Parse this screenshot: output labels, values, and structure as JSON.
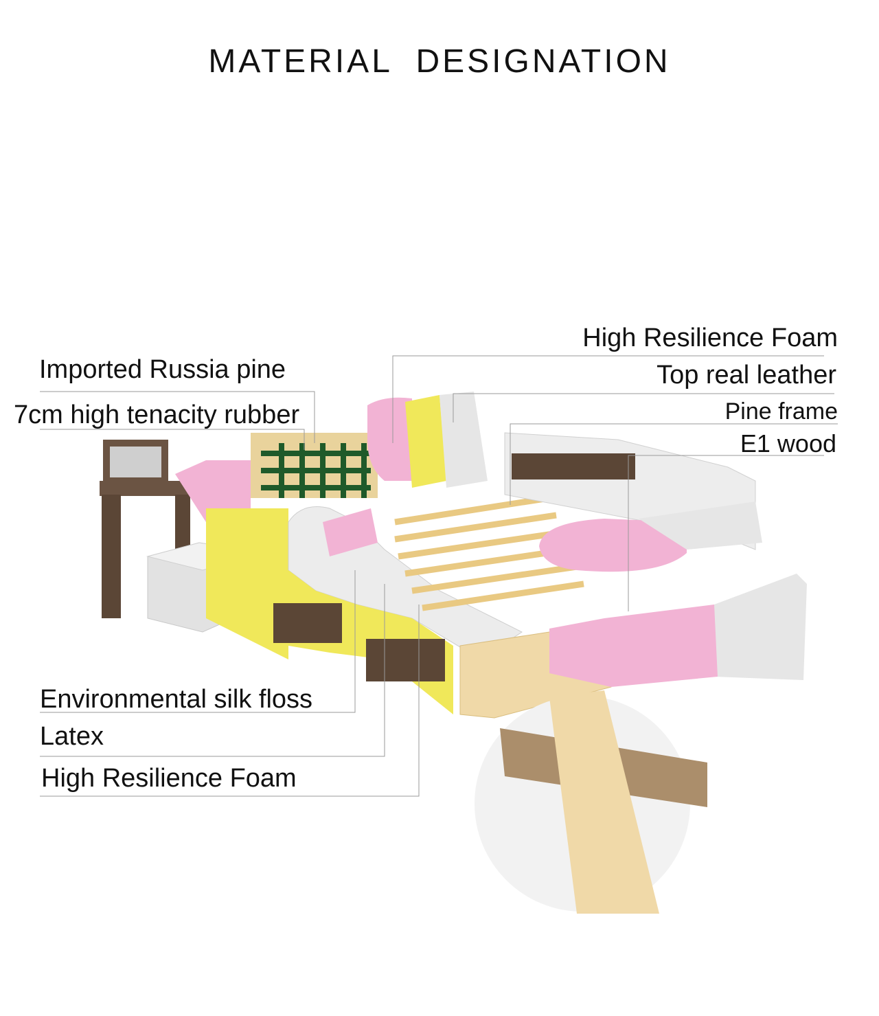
{
  "title": "MATERIAL DESIGNATION",
  "labels_left_top": [
    "Imported Russia pine",
    "7cm high tenacity rubber"
  ],
  "labels_right_top": [
    "High Resilience Foam",
    "Top real leather",
    "Pine frame",
    "E1 wood"
  ],
  "labels_left_bottom": [
    "Environmental silk floss",
    "Latex",
    "High Resilience Foam"
  ],
  "colors": {
    "pink": "#f2b3d4",
    "yellow": "#f5e84a",
    "leather": "#e6e6e6",
    "wood_dark": "#5b4636",
    "pine": "#f0d9a8",
    "rubber": "#1f5a2a",
    "leader_line": "#9a9a9a"
  }
}
